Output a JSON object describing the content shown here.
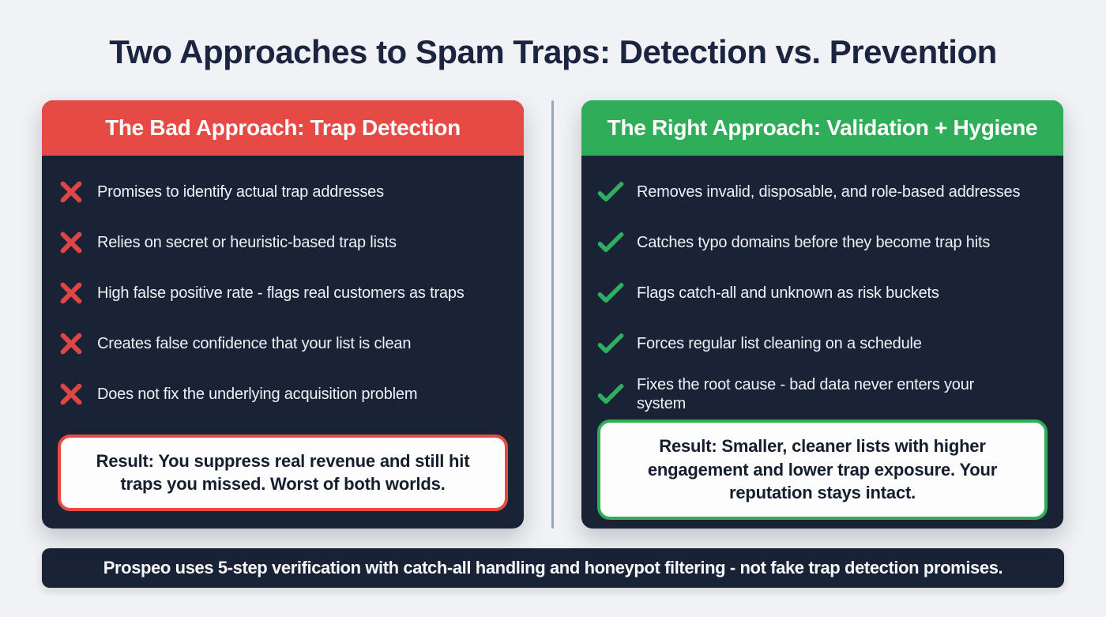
{
  "title": "Two Approaches to Spam Traps: Detection vs. Prevention",
  "bad_approach": {
    "header": "The Bad Approach: Trap Detection",
    "items": [
      "Promises to identify actual trap addresses",
      "Relies on secret or heuristic-based trap lists",
      "High false positive rate - flags real customers as traps",
      "Creates false confidence that your list is clean",
      "Does not fix the underlying acquisition problem"
    ],
    "result": "Result: You suppress real revenue and still hit traps you missed. Worst of both worlds."
  },
  "right_approach": {
    "header": "The Right Approach: Validation + Hygiene",
    "items": [
      "Removes invalid, disposable, and role-based addresses",
      "Catches typo domains before they become trap hits",
      "Flags catch-all and unknown as risk buckets",
      "Forces regular list cleaning on a schedule",
      "Fixes the root cause - bad data never enters your system"
    ],
    "result": "Result: Smaller, cleaner lists with higher engagement and lower trap exposure. Your reputation stays intact."
  },
  "footer": {
    "text": "Prospeo uses 5-step verification with catch-all handling and honeypot filtering - not fake trap detection promises."
  },
  "icons": {
    "bad_bullet": "x-icon",
    "good_bullet": "check-icon"
  },
  "colors": {
    "page_background": "#f1f2f5",
    "title_text": "#1c2540",
    "card_background": "#1a2336",
    "bad_accent": "#e64a45",
    "good_accent": "#2fad58",
    "x_icon": "#e04545",
    "check_icon": "#2fae5d",
    "divider": "#9aa7b8",
    "result_background": "#fdfdfd",
    "result_text": "#141e2e",
    "banner_background": "#1a2336",
    "banner_text": "#f5f7fa"
  }
}
